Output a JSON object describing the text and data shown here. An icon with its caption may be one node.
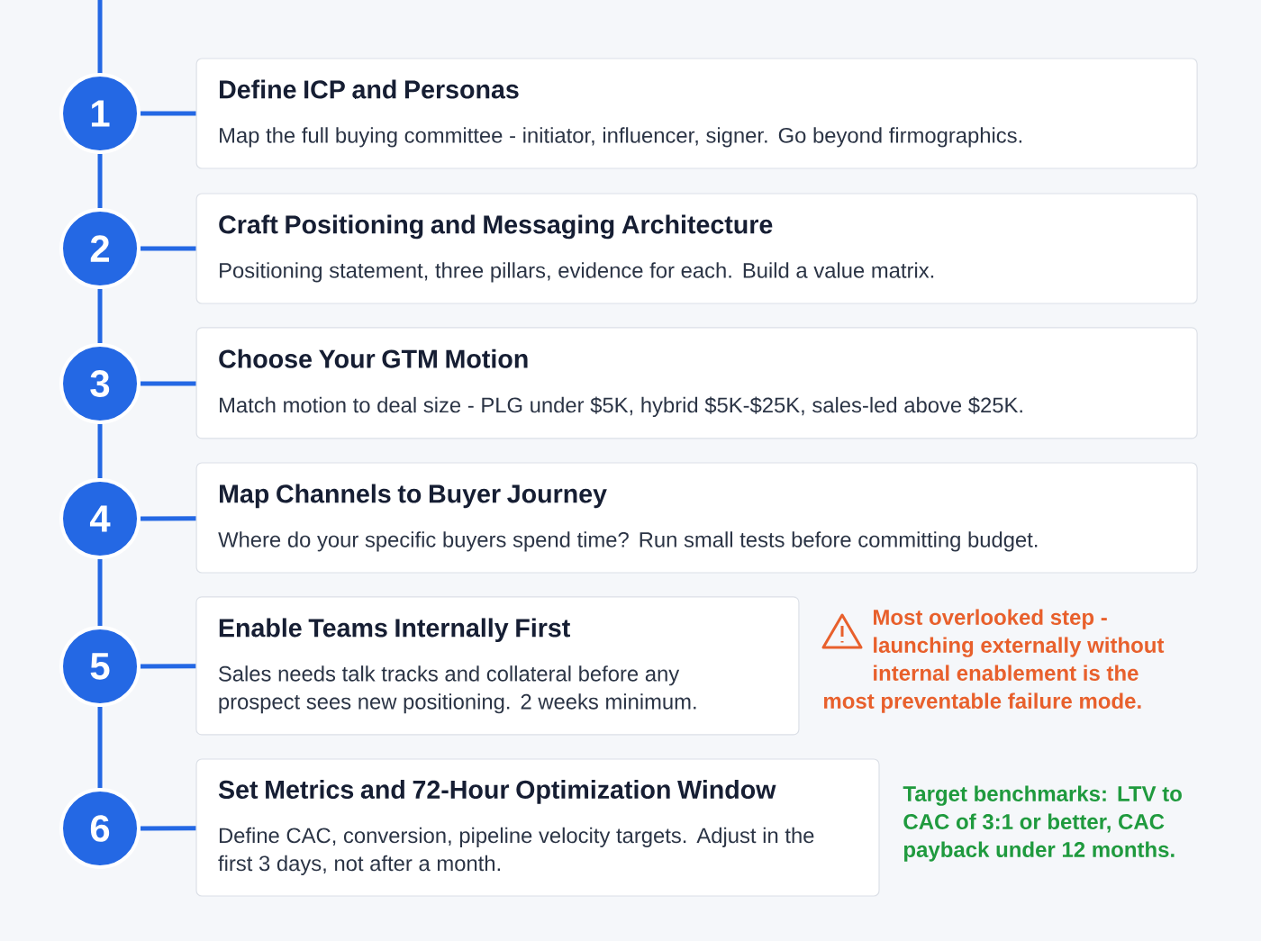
{
  "diagram": {
    "nodes": [
      {
        "text": [
          "1"
        ]
      },
      {
        "text": [
          "Define ICP and Personas",
          "Map the full buying committee - initiator, influencer, signer. Go beyond firmographics."
        ]
      },
      {
        "text": [
          "2"
        ]
      },
      {
        "text": [
          "Craft Positioning and Messaging Architecture",
          "Positioning statement, three pillars, evidence for each. Build a value matrix."
        ]
      },
      {
        "text": [
          "3"
        ]
      },
      {
        "text": [
          "Choose Your GTM Motion",
          "Match motion to deal size - PLG under $5K, hybrid $5K-$25K, sales-led above $25K."
        ]
      },
      {
        "text": [
          "4"
        ]
      },
      {
        "text": [
          "Map Channels to Buyer Journey",
          "Where do your specific buyers spend time? Run small tests before committing budget."
        ]
      },
      {
        "text": [
          "5"
        ]
      },
      {
        "text": [
          "Enable Teams Internally First",
          "Sales needs talk tracks and collateral before any prospect sees new positioning. 2 weeks minimum."
        ],
        "beside": [
          "Most overlooked step - launching externally without internal enablement is the most preventable failure mode."
        ]
      },
      {
        "text": [
          "6"
        ]
      },
      {
        "text": [
          "Set Metrics and 72-Hour Optimization Window",
          "Define CAC, conversion, pipeline velocity targets. Adjust in the first 3 days, not after a month."
        ],
        "beside": [
          "Target benchmarks: LTV to CAC of 3:1 or better, CAC payback under 12 months."
        ]
      }
    ],
    "edges": [
      {
        "from": 0,
        "to": 1,
        "arrow": "none"
      },
      {
        "from": 0,
        "to": 2,
        "arrow": "none"
      },
      {
        "from": 2,
        "to": 3,
        "arrow": "none"
      },
      {
        "from": 2,
        "to": 4,
        "arrow": "none"
      },
      {
        "from": 4,
        "to": 5,
        "arrow": "none"
      },
      {
        "from": 4,
        "to": 6,
        "arrow": "none"
      },
      {
        "from": 6,
        "to": 7,
        "arrow": "none"
      },
      {
        "from": 6,
        "to": 8,
        "arrow": "none"
      },
      {
        "from": 8,
        "to": 9,
        "arrow": "none"
      },
      {
        "from": 8,
        "to": 10,
        "arrow": "none"
      },
      {
        "from": 10,
        "to": 11,
        "arrow": "none"
      }
    ]
  }
}
